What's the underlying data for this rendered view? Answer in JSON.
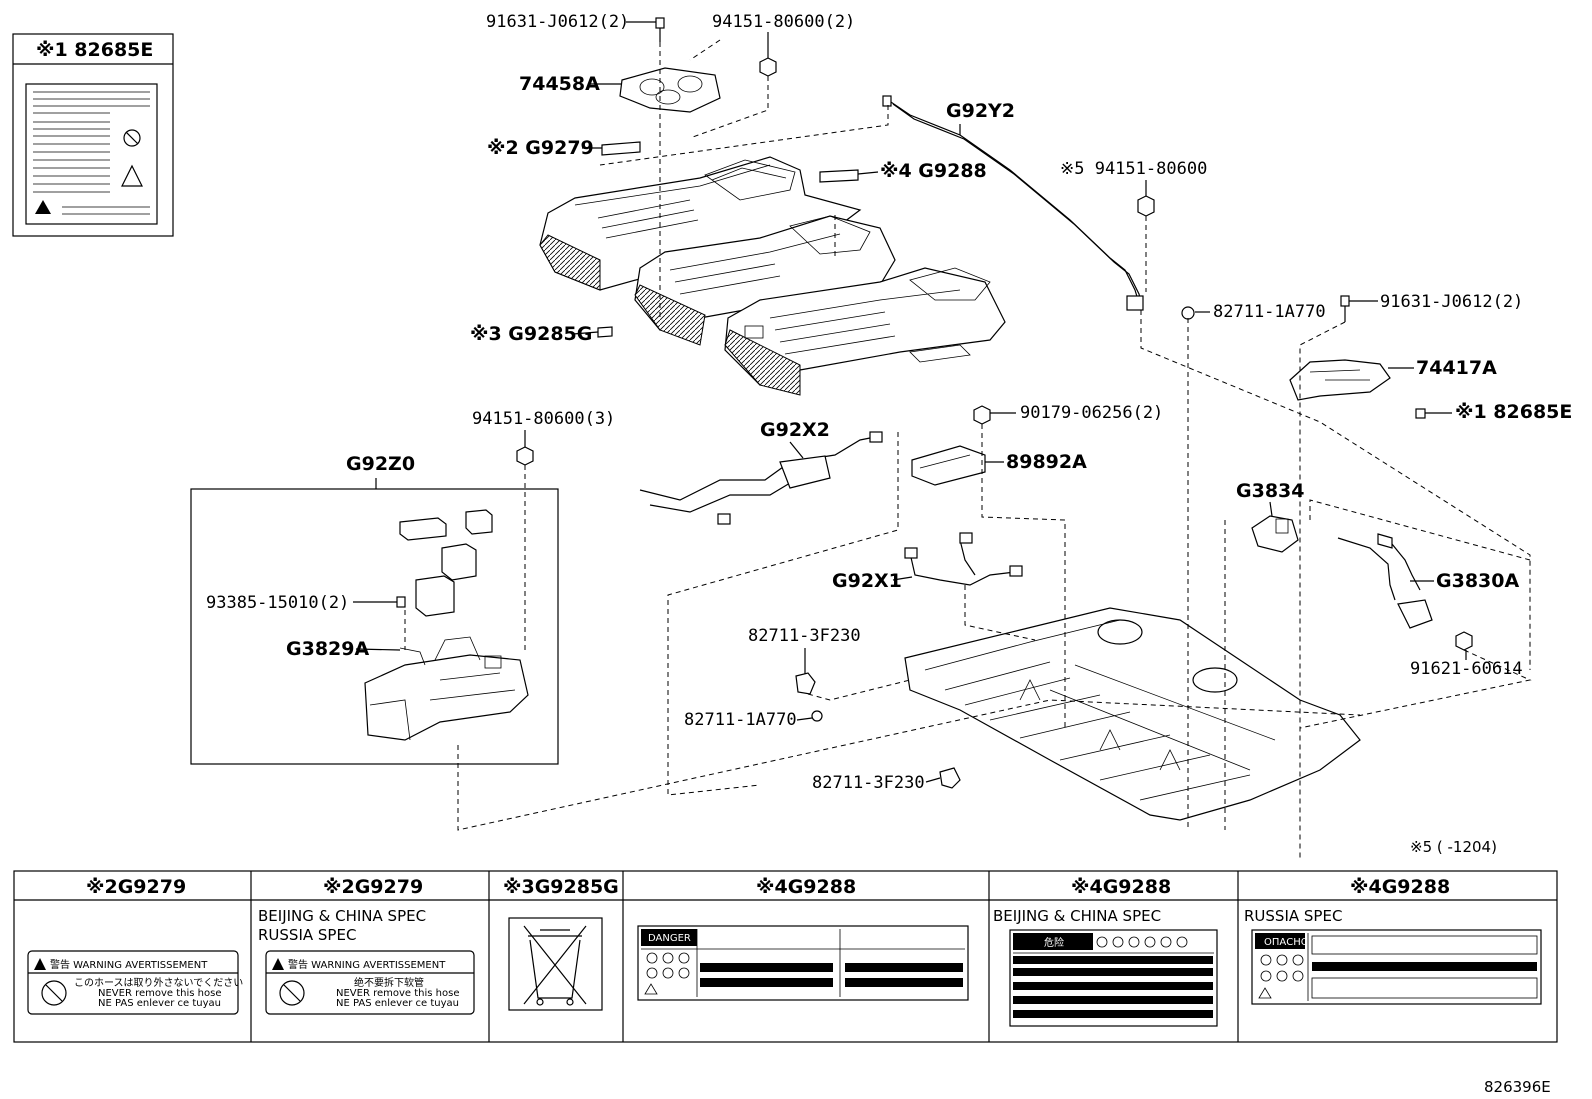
{
  "diagram_id": "826396E",
  "notes": {
    "footnote": "※5 (     -1204)"
  },
  "parts": {
    "p1": "91631-J0612(2)",
    "p2": "94151-80600(2)",
    "p3": "74458A",
    "p4": "G92Y2",
    "p5": "※2 G9279",
    "p6": "※4 G9288",
    "p7": "※5 94151-80600",
    "p8": "82711-1A770",
    "p9": "91631-J0612(2)",
    "p10": "74417A",
    "p11": "※1 82685E",
    "p12": "※3 G9285G",
    "p13": "94151-80600(3)",
    "p14": "G92Z0",
    "p15": "G92X2",
    "p16": "90179-06256(2)",
    "p17": "89892A",
    "p18": "G3834",
    "p19": "G3830A",
    "p20": "93385-15010(2)",
    "p21": "G3829A",
    "p22": "G92X1",
    "p23": "82711-3F230",
    "p24": "82711-1A770",
    "p25": "91621-60614",
    "p26": "82711-3F230"
  },
  "top_label_box": {
    "title": "※1 82685E"
  },
  "legend": [
    {
      "header": "※2G9279",
      "spec": [],
      "label_text": [
        "警告 WARNING AVERTISSEMENT",
        "このホースは取り外さないでください",
        "NEVER remove this hose",
        "NE PAS enlever ce tuyau"
      ]
    },
    {
      "header": "※2G9279",
      "spec": [
        "BEIJING & CHINA SPEC",
        "RUSSIA SPEC"
      ],
      "label_text": [
        "警告 WARNING AVERTISSEMENT",
        "绝不要拆下软管",
        "NEVER remove this hose",
        "NE PAS enlever ce tuyau"
      ]
    },
    {
      "header": "※3G9285G",
      "spec": [],
      "label_text": []
    },
    {
      "header": "※4G9288",
      "spec": [],
      "label_text": [
        "DANGER"
      ]
    },
    {
      "header": "※4G9288",
      "spec": [
        "BEIJING & CHINA SPEC"
      ],
      "label_text": [
        "危险"
      ]
    },
    {
      "header": "※4G9288",
      "spec": [
        "RUSSIA SPEC"
      ],
      "label_text": [
        "ОПАСНО"
      ]
    }
  ]
}
